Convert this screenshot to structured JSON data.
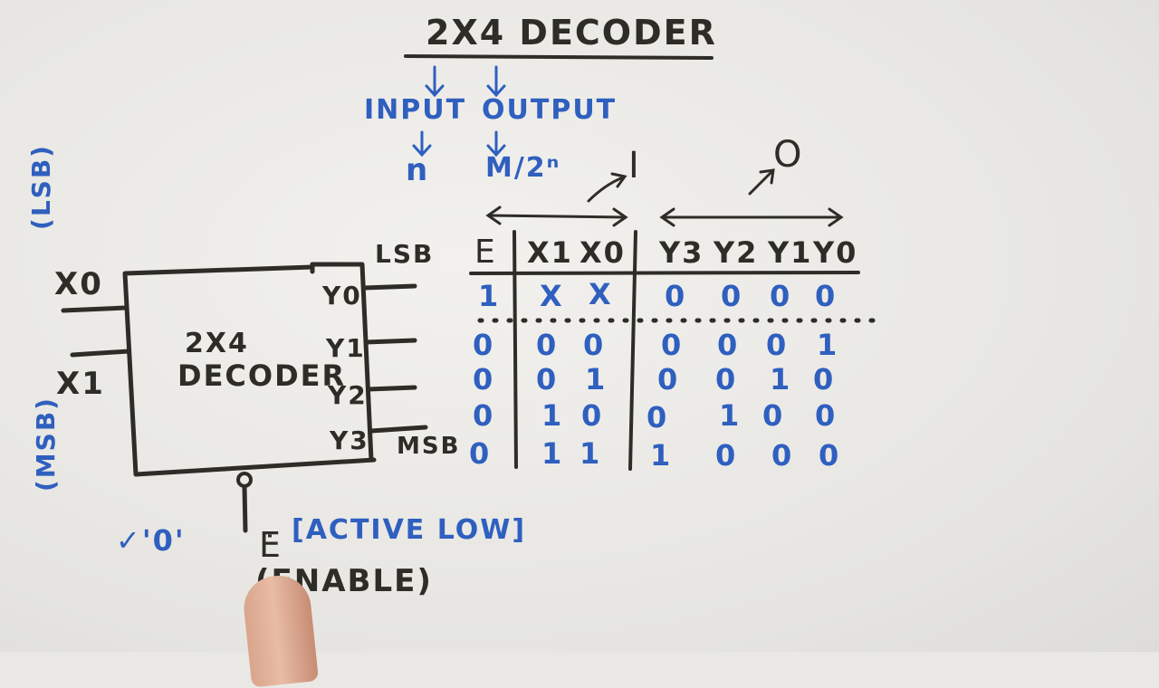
{
  "title": "2X4 DECODER",
  "header": {
    "input_label": "INPUT",
    "output_label": "OUTPUT",
    "input_count": "n",
    "output_count": "M/2ⁿ"
  },
  "table_group_labels": {
    "inputs": "I",
    "outputs": "O"
  },
  "block": {
    "name_line1": "2X4",
    "name_line2": "DECODER",
    "inputs": [
      "X0",
      "X1"
    ],
    "outputs": [
      "Y0",
      "Y1",
      "Y2",
      "Y3"
    ],
    "lsb_in": "(LSB)",
    "msb_in": "(MSB)",
    "lsb_out": "LSB",
    "msb_out": "MSB"
  },
  "enable": {
    "check_value": "✓'0'",
    "label": "E",
    "active_text": "[ACTIVE LOW]",
    "note": "(ENABLE)"
  },
  "truth_table": {
    "headers": [
      "E",
      "X1",
      "X0",
      "Y3",
      "Y2",
      "Y1",
      "Y0"
    ],
    "rows": [
      [
        "1",
        "X",
        "X",
        "0",
        "0",
        "0",
        "0"
      ],
      [
        "0",
        "0",
        "0",
        "0",
        "0",
        "0",
        "1"
      ],
      [
        "0",
        "0",
        "1",
        "0",
        "0",
        "1",
        "0"
      ],
      [
        "0",
        "1",
        "0",
        "0",
        "1",
        "0",
        "0"
      ],
      [
        "0",
        "1",
        "1",
        "1",
        "0",
        "0",
        "0"
      ]
    ]
  },
  "colors": {
    "marker_dark": "#2e2c27",
    "marker_blue": "#2f5fbf",
    "board": "#ecebe8"
  }
}
